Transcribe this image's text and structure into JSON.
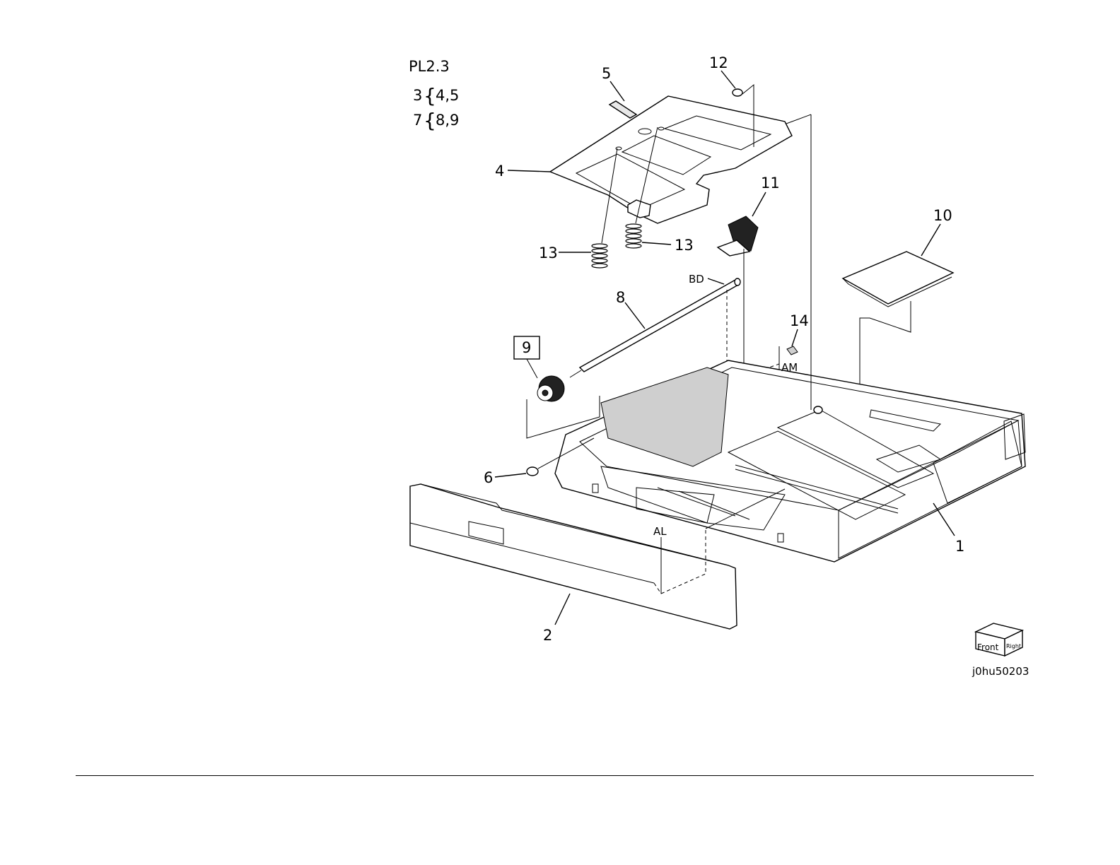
{
  "header": {
    "plate": "PL2.3",
    "group1_parent": "3",
    "group1_children": "4,5",
    "group2_parent": "7",
    "group2_children": "8,9",
    "brace": "{"
  },
  "callouts": {
    "c1": "1",
    "c2": "2",
    "c4": "4",
    "c5": "5",
    "c6": "6",
    "c8": "8",
    "c9": "9",
    "c10": "10",
    "c11": "11",
    "c12": "12",
    "c13a": "13",
    "c13b": "13",
    "c14": "14"
  },
  "connectors": {
    "AL": "AL",
    "AM": "AM",
    "BD": "BD"
  },
  "orientation": {
    "front": "Front",
    "right": "Right"
  },
  "drawing_id": "j0hu50203"
}
